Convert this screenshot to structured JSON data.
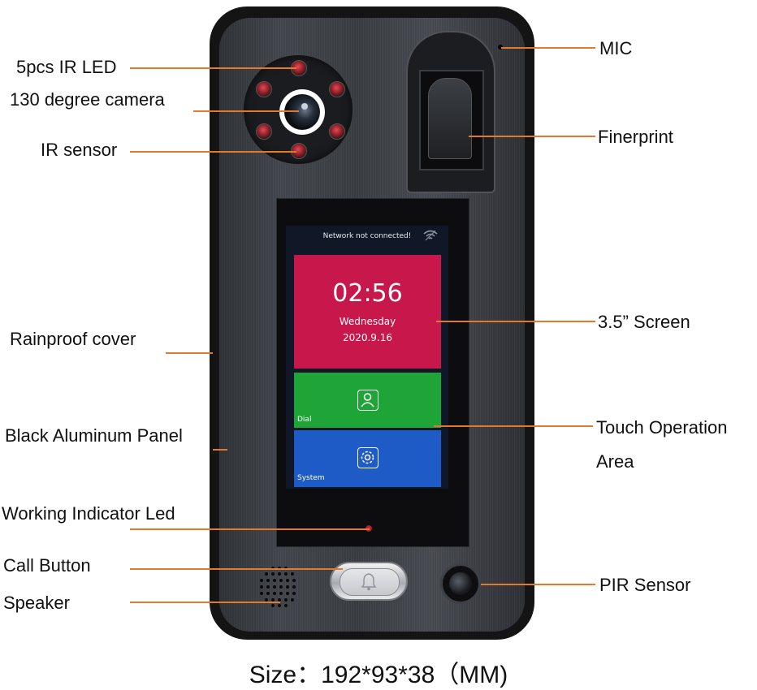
{
  "screen": {
    "status_text": "Network not connected!",
    "time": "02:56",
    "weekday": "Wednesday",
    "date": "2020.9.16",
    "dial_label": "Dial",
    "system_label": "System",
    "icons": {
      "wifi": "wifi-icon",
      "dial": "contact-icon",
      "system": "gear-icon"
    }
  },
  "callouts": {
    "ir_led": "5pcs IR LED",
    "camera": "130 degree camera",
    "ir_sensor": "IR sensor",
    "rainproof": "Rainproof cover",
    "panel": "Black Aluminum Panel",
    "indicator": "Working Indicator Led",
    "call_button": "Call Button",
    "speaker": "Speaker",
    "mic": "MIC",
    "fingerprint": "Finerprint",
    "screen": "3.5” Screen",
    "touch_line1": "Touch Operation",
    "touch_line2": "Area",
    "pir": "PIR Sensor"
  },
  "size_label": "Size：192*93*38（MM)",
  "colors": {
    "callout_line": "#e37a2b",
    "time_tile": "#c8174a",
    "dial_tile": "#1fa437",
    "system_tile": "#1e5bc6"
  }
}
